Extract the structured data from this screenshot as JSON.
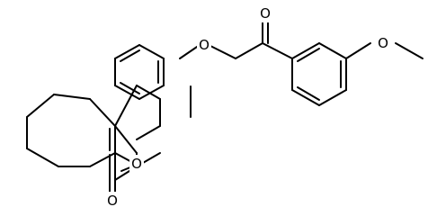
{
  "structure": {
    "atoms": {
      "ether_o_left": "O",
      "ketone_o": "O",
      "methoxy_o": "O",
      "pyran_o": "O",
      "lactone_carbonyl_o": "O"
    },
    "bond_color": "#000000",
    "background": "#ffffff"
  }
}
